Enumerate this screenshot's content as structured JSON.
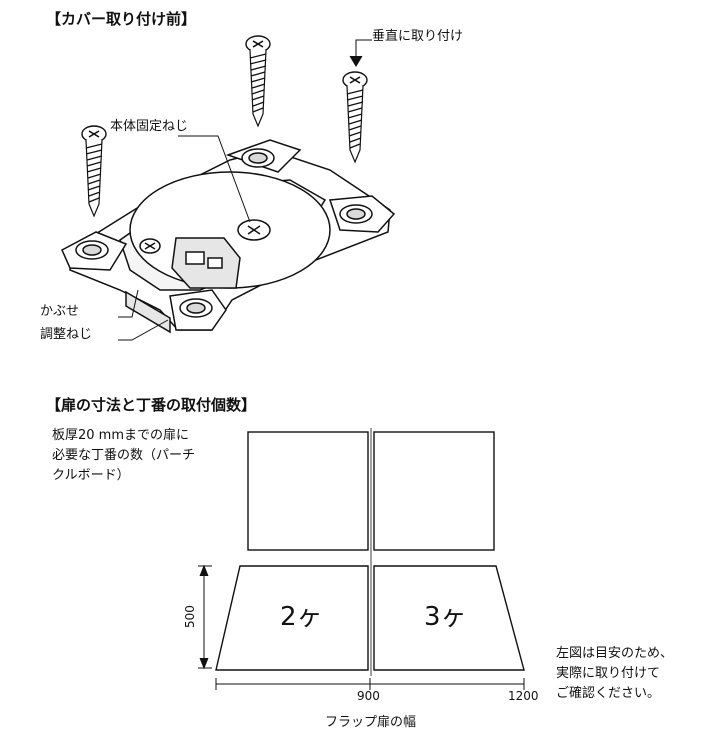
{
  "section1": {
    "title": "【カバー取り付け前】",
    "label_vertical": "垂直に取り付け",
    "label_body_screw": "本体固定ねじ",
    "label_overlay_screw_line1": "かぶせ",
    "label_overlay_screw_line2": "調整ねじ"
  },
  "section2": {
    "title": "【扉の寸法と丁番の取付個数】",
    "note": "板厚20 mmまでの扉に\n必要な丁番の数（パーチ\nクルボード）",
    "door_counts": [
      "2ヶ",
      "3ヶ"
    ],
    "height_label": "500",
    "width_ticks": [
      "900",
      "1200"
    ],
    "axis_title": "フラップ扉の幅",
    "side_note": "左図は目安のため、\n実際に取り付けて\nご確認ください。"
  },
  "colors": {
    "line": "#111111",
    "fill": "#ffffff",
    "shade": "#d9d9d9"
  }
}
